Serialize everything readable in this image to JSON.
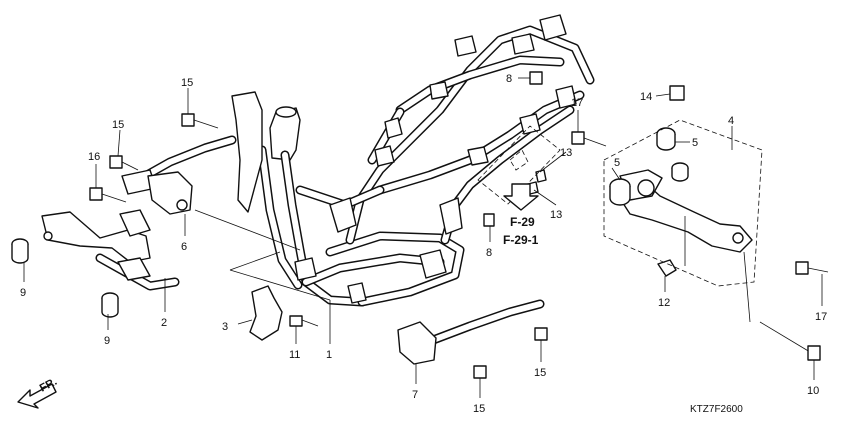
{
  "callouts": [
    {
      "id": "c1",
      "text": "1"
    },
    {
      "id": "c2",
      "text": "2"
    },
    {
      "id": "c3",
      "text": "3"
    },
    {
      "id": "c4",
      "text": "4"
    },
    {
      "id": "c5a",
      "text": "5"
    },
    {
      "id": "c5b",
      "text": "5"
    },
    {
      "id": "c6",
      "text": "6"
    },
    {
      "id": "c7",
      "text": "7"
    },
    {
      "id": "c8a",
      "text": "8"
    },
    {
      "id": "c8b",
      "text": "8"
    },
    {
      "id": "c9a",
      "text": "9"
    },
    {
      "id": "c9b",
      "text": "9"
    },
    {
      "id": "c10",
      "text": "10"
    },
    {
      "id": "c11",
      "text": "11"
    },
    {
      "id": "c12",
      "text": "12"
    },
    {
      "id": "c13a",
      "text": "13"
    },
    {
      "id": "c13b",
      "text": "13"
    },
    {
      "id": "c14",
      "text": "14"
    },
    {
      "id": "c15a",
      "text": "15"
    },
    {
      "id": "c15b",
      "text": "15"
    },
    {
      "id": "c15c",
      "text": "15"
    },
    {
      "id": "c15d",
      "text": "15"
    },
    {
      "id": "c16",
      "text": "16"
    },
    {
      "id": "c17a",
      "text": "17"
    },
    {
      "id": "c17b",
      "text": "17"
    }
  ],
  "references": {
    "ref1": "F-29",
    "ref2": "F-29-1"
  },
  "front_label": "FR.",
  "diagram_code": "KTZ7F2600"
}
